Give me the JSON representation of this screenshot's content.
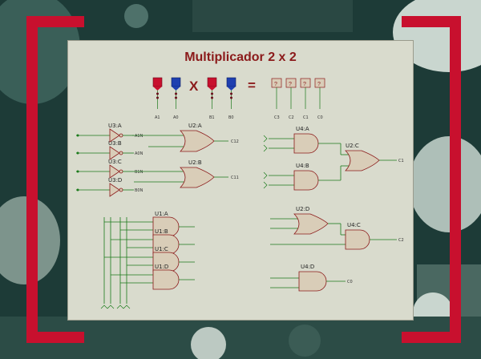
{
  "title": "Multiplicador 2 x 2",
  "symbols": {
    "times": "X",
    "equals": "="
  },
  "inputs": [
    {
      "label": "A1",
      "color": "#c8102e"
    },
    {
      "label": "A0",
      "color": "#1e3fb0"
    },
    {
      "label": "B1",
      "color": "#c8102e"
    },
    {
      "label": "B0",
      "color": "#1e3fb0"
    }
  ],
  "outputs": [
    "C3",
    "C2",
    "C1",
    "C0"
  ],
  "inverters": [
    {
      "ref": "U3:A",
      "out": "A1N"
    },
    {
      "ref": "U3:B",
      "out": "A0N"
    },
    {
      "ref": "U3:C",
      "out": "B1N"
    },
    {
      "ref": "U3:D",
      "out": "B0N"
    }
  ],
  "gates": {
    "u2a": {
      "ref": "U2:A",
      "out": "C12"
    },
    "u2b": {
      "ref": "U2:B",
      "out": "C11"
    },
    "u4a": {
      "ref": "U4:A"
    },
    "u4b": {
      "ref": "U4:B"
    },
    "u2c": {
      "ref": "U2:C",
      "out": "C1"
    },
    "u1a": {
      "ref": "U1:A"
    },
    "u1b": {
      "ref": "U1:B"
    },
    "u1c": {
      "ref": "U1:C"
    },
    "u1d": {
      "ref": "U1:D"
    },
    "u2d": {
      "ref": "U2:D"
    },
    "u4c": {
      "ref": "U4:C",
      "out": "C2"
    },
    "u4d": {
      "ref": "U4:D",
      "out": "C0"
    }
  },
  "colors": {
    "gate_fill": "#d9cdb8",
    "gate_stroke": "#8b1a1a",
    "wire": "#1a7a1a",
    "brand": "#c8102e"
  }
}
